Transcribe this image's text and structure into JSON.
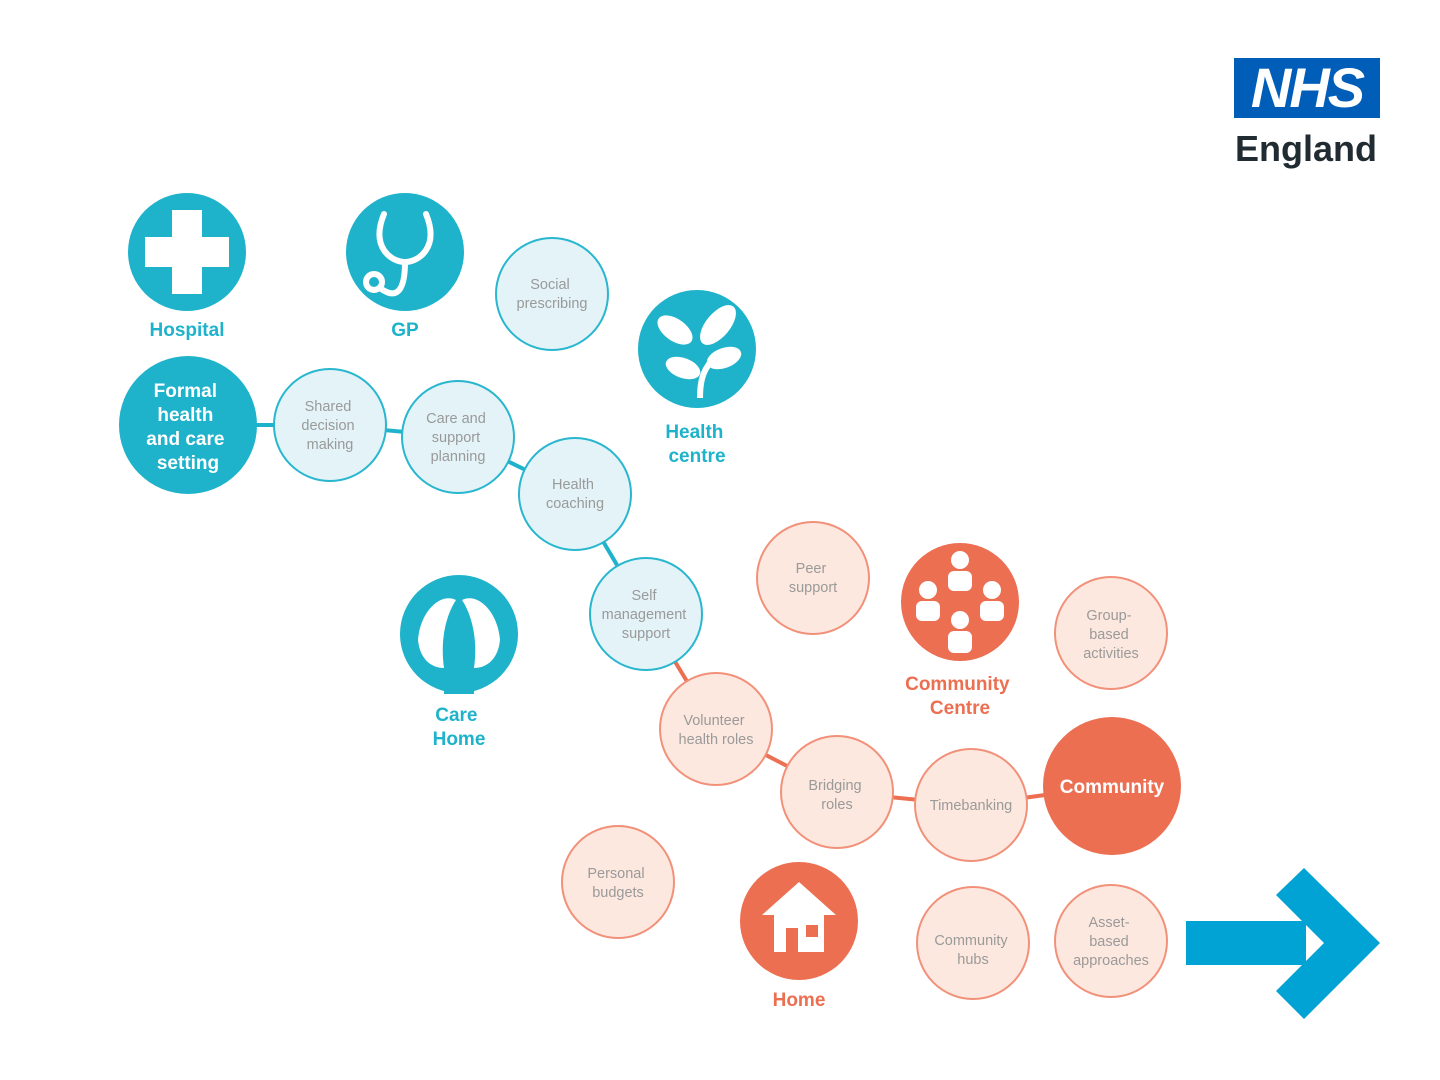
{
  "logo": {
    "nhs": "NHS",
    "region": "England"
  },
  "colors": {
    "teal": "#1fb3cb",
    "teal_light": "#e3f3f8",
    "teal_stroke": "#29b6cf",
    "coral": "#ec6f52",
    "coral_light": "#fde8df",
    "coral_stroke": "#f2917a",
    "arrow": "#00a3d4",
    "small_text": "#9a9a9a"
  },
  "settings": {
    "hospital": "Hospital",
    "gp": "GP",
    "health_centre": [
      "Health",
      "centre"
    ],
    "care_home": [
      "Care",
      "Home"
    ],
    "community_centre": [
      "Community",
      "Centre"
    ],
    "home": "Home"
  },
  "hubs": {
    "formal": [
      "Formal",
      "health",
      "and care",
      "setting"
    ],
    "community": "Community"
  },
  "approaches": {
    "social_prescribing": [
      "Social",
      "prescribing"
    ],
    "shared_decision": [
      "Shared",
      "decision",
      "making"
    ],
    "care_support": [
      "Care and",
      "support",
      "planning"
    ],
    "health_coaching": [
      "Health",
      "coaching"
    ],
    "self_management": [
      "Self",
      "management",
      "support"
    ],
    "peer_support": [
      "Peer",
      "support"
    ],
    "group_based": [
      "Group-",
      "based",
      "activities"
    ],
    "volunteer": [
      "Volunteer",
      "health roles"
    ],
    "bridging": [
      "Bridging",
      "roles"
    ],
    "timebanking": "Timebanking",
    "personal_budgets": [
      "Personal",
      "budgets"
    ],
    "community_hubs": [
      "Community",
      "hubs"
    ],
    "asset_based": [
      "Asset-",
      "based",
      "approaches"
    ]
  },
  "icons": [
    "cross-icon",
    "stethoscope-icon",
    "plant-icon",
    "hands-icon",
    "people-icon",
    "house-icon",
    "arrow-right-icon"
  ]
}
